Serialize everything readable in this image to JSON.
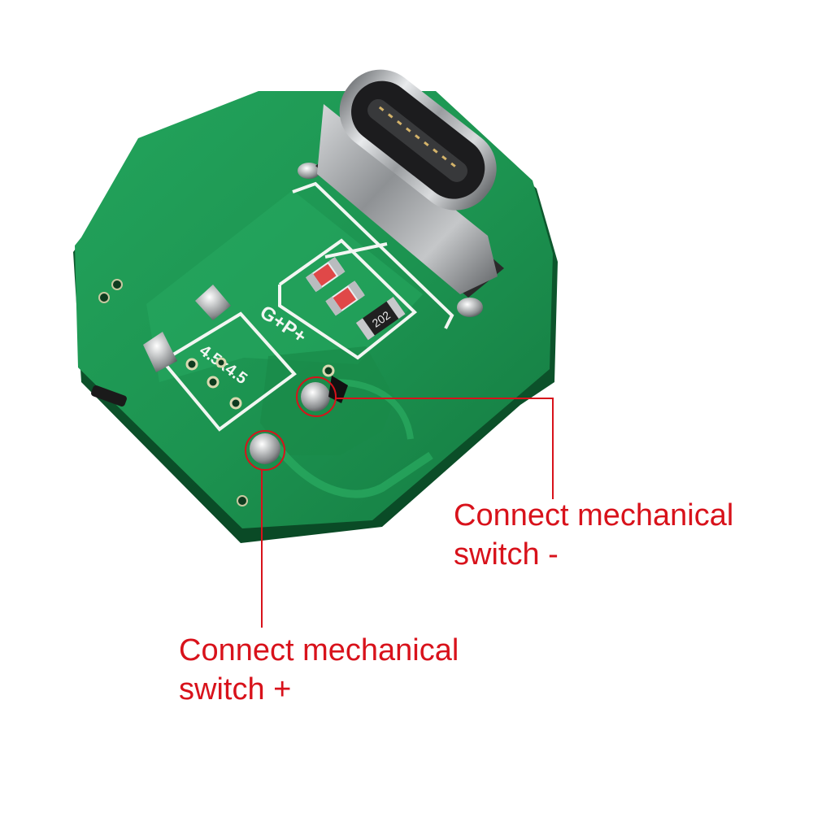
{
  "pcb": {
    "silkscreen_label": "G+P+",
    "footprint_label": "4.5x4.5",
    "resistor_marking": "202"
  },
  "callouts": {
    "minus": {
      "line1": "Connect mechanical",
      "line2": "switch -"
    },
    "plus": {
      "line1": "Connect mechanical",
      "line2": "switch +"
    }
  },
  "colors": {
    "callout_red": "#d8121b",
    "pcb_green": "#1f9a55",
    "silkscreen_white": "#f2f6f2"
  }
}
